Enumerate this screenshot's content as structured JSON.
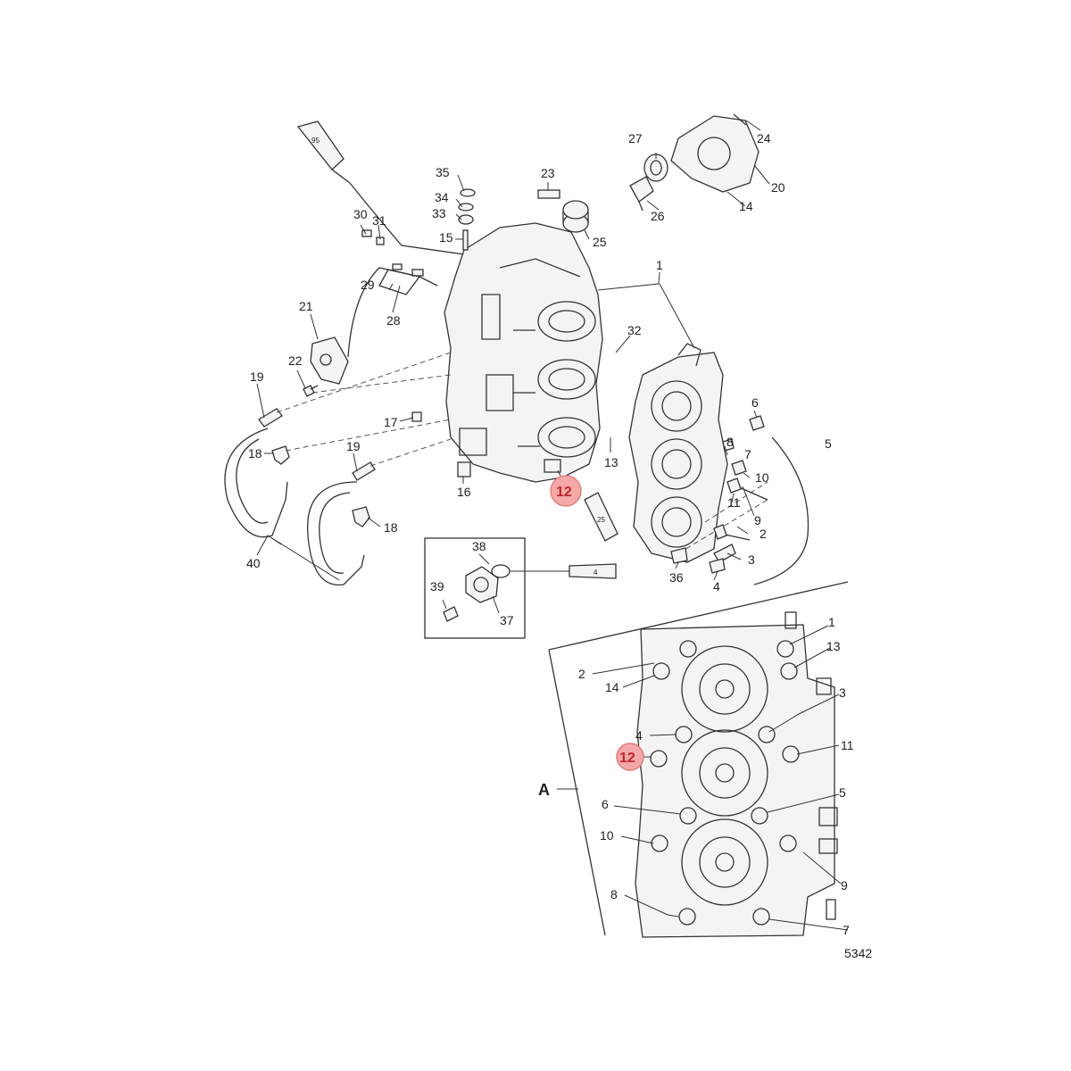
{
  "diagram": {
    "figure_number": "5342",
    "view_label": "A",
    "highlight_color": "#f4a9a8",
    "highlight_text_color": "#c0272d",
    "main_callouts": {
      "c1": "1",
      "c2": "2",
      "c3": "3",
      "c4": "4",
      "c5": "5",
      "c6": "6",
      "c7": "7",
      "c8": "8",
      "c9": "9",
      "c10": "10",
      "c11": "11",
      "c12": "12",
      "c13": "13",
      "c14": "14",
      "c15": "15",
      "c16": "16",
      "c17": "17",
      "c18a": "18",
      "c18b": "18",
      "c19a": "19",
      "c19b": "19",
      "c20": "20",
      "c21": "21",
      "c22": "22",
      "c23": "23",
      "c24": "24",
      "c25": "25",
      "c26": "26",
      "c27": "27",
      "c28": "28",
      "c29": "29",
      "c30": "30",
      "c31": "31",
      "c32": "32",
      "c33": "33",
      "c34": "34",
      "c35": "35",
      "c36": "36",
      "c37": "37",
      "c38": "38",
      "c39": "39",
      "c40": "40"
    },
    "tube_labels": {
      "t95": "95",
      "t25": "25",
      "t4": "4"
    },
    "torque_sequence": {
      "s1": "1",
      "s2": "2",
      "s3": "3",
      "s4": "4",
      "s5": "5",
      "s6": "6",
      "s7": "7",
      "s8": "8",
      "s9": "9",
      "s10": "10",
      "s11": "11",
      "s12": "12",
      "s13": "13",
      "s14": "14"
    }
  }
}
